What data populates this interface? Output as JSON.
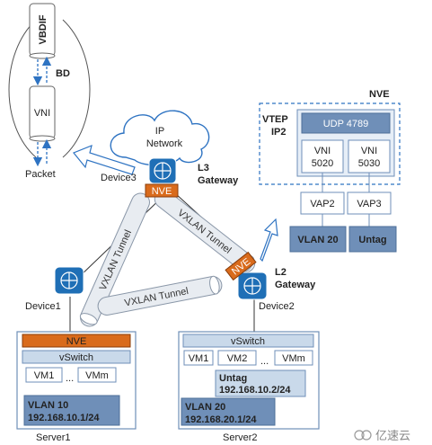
{
  "colors": {
    "blue_box": "#6f8fb8",
    "light_box": "#c9d9ea",
    "nve_orange": "#d96b1c",
    "dash_blue": "#2e73c2",
    "device_blue": "#1f6fb6",
    "tunnel_fill": "#e8ecf1",
    "text": "#222222"
  },
  "left_panel": {
    "vbdif_label": "VBDIF",
    "bd_label": "BD",
    "vni_label": "VNI",
    "packet_label": "Packet"
  },
  "cloud": {
    "line1": "IP",
    "line2": "Network"
  },
  "device3": {
    "label": "Device3",
    "nve_label": "NVE",
    "role_line1": "L3",
    "role_line2": "Gateway"
  },
  "device1": {
    "label": "Device1"
  },
  "device2": {
    "label": "Device2",
    "nve_label": "NVE",
    "role_line1": "L2",
    "role_line2": "Gateway"
  },
  "tunnels": {
    "left": "VXLAN Tunnel",
    "right": "VXLAN Tunnel",
    "bottom": "VXLAN Tunnel"
  },
  "nve_panel": {
    "title": "NVE",
    "vtep_line1": "VTEP",
    "vtep_line2": "IP2",
    "udp_label": "UDP 4789",
    "vni1_line1": "VNI",
    "vni1_line2": "5020",
    "vni2_line1": "VNI",
    "vni2_line2": "5030",
    "vap2": "VAP2",
    "vap3": "VAP3",
    "vlan20": "VLAN 20",
    "untag": "Untag"
  },
  "server1": {
    "nve_label": "NVE",
    "vswitch_label": "vSwitch",
    "vm1": "VM1",
    "ellipsis": "...",
    "vmm": "VMm",
    "vlan_line1": "VLAN 10",
    "vlan_line2": "192.168.10.1/24",
    "label": "Server1"
  },
  "server2": {
    "vswitch_label": "vSwitch",
    "vm1": "VM1",
    "vm2": "VM2",
    "ellipsis": "...",
    "vmm": "VMm",
    "untag_line1": "Untag",
    "untag_line2": "192.168.10.2/24",
    "vlan_line1": "VLAN 20",
    "vlan_line2": "192.168.20.1/24",
    "label": "Server2"
  },
  "watermark": {
    "text": "亿速云"
  }
}
